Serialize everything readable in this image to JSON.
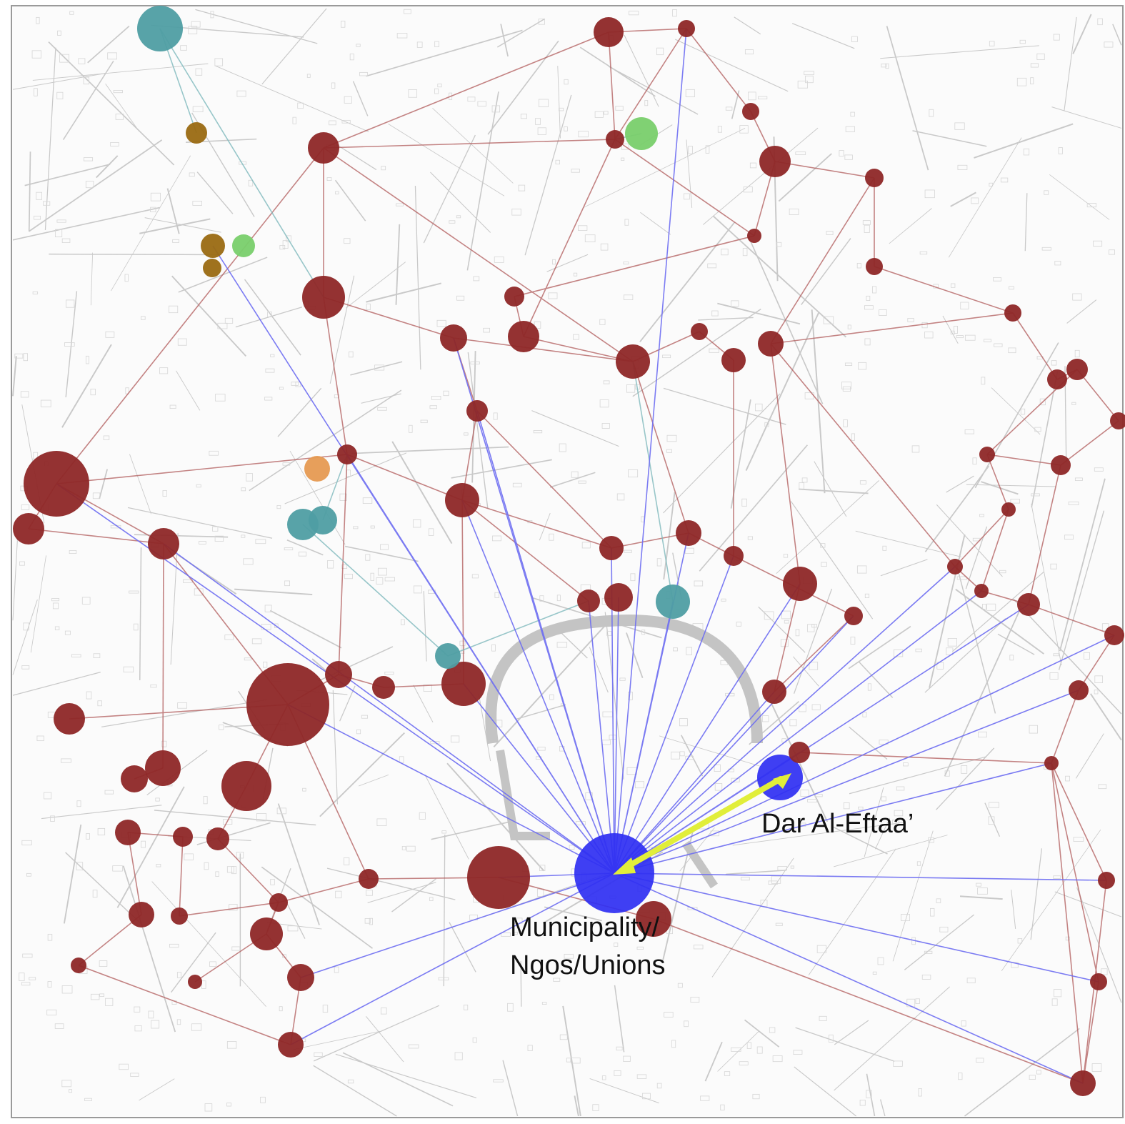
{
  "labels": {
    "municipality": [
      "Municipality/",
      "Ngos/Unions"
    ],
    "dar_al_eftaa": "Dar Al-Eftaa’"
  },
  "colors": {
    "background": "#fbfbfb",
    "street_lines": "#c9c9c9",
    "ring_road": "#c4c4c4",
    "node_red": "#8e2727",
    "node_blue": "#2f2ff2",
    "node_teal": "#4f9ea3",
    "node_green": "#79cf6c",
    "node_olive": "#9a6a12",
    "node_orange": "#e69a52",
    "edge_red": "#b15b5b",
    "edge_blue": "#6e6ef2",
    "edge_teal": "#7fb9bd",
    "arrow": "#e1ee3a"
  },
  "legend": "none",
  "diagram_type": "network overlay on street map",
  "highlighted_relation": {
    "from": "Municipality/ Ngos/Unions",
    "to": "Dar Al-Eftaa’",
    "style": "yellow-green arrow"
  }
}
